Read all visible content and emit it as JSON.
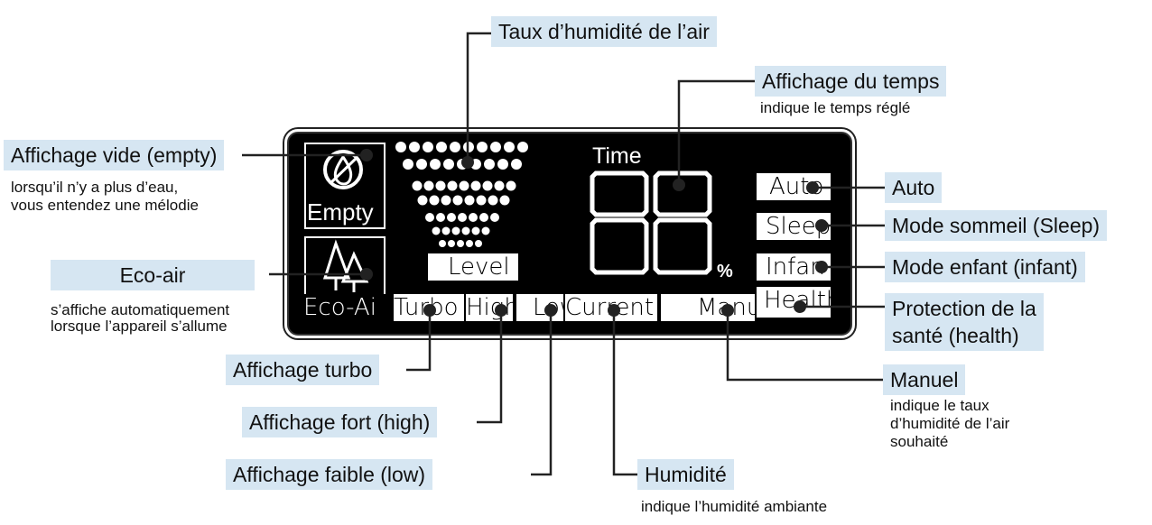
{
  "callouts": {
    "humidity_rate": "Taux d’humidité de l’air",
    "time_display": "Affichage du temps",
    "time_display_sub": "indique le temps réglé",
    "empty": "Affichage vide (empty)",
    "empty_sub_1": "lorsqu’il n’y a plus d’eau,",
    "empty_sub_2": "vous entendez une mélodie",
    "eco_air": "Eco-air",
    "eco_air_sub_1": "s’affiche automatiquement",
    "eco_air_sub_2": "lorsque l’appareil s’allume",
    "auto": "Auto",
    "sleep": "Mode sommeil (Sleep)",
    "infant": "Mode enfant (infant)",
    "health_1": "Protection de la",
    "health_2": "santé (health)",
    "turbo": "Affichage turbo",
    "high": "Affichage fort (high)",
    "low": "Affichage faible (low)",
    "humidity": "Humidité",
    "humidity_sub": "indique l’humidité ambiante",
    "manual": "Manuel",
    "manual_sub_1": "indique le taux",
    "manual_sub_2": "d’humidité de l’air",
    "manual_sub_3": "souhaité"
  },
  "lcd": {
    "empty": "Empty",
    "eco_air": "Eco-Ai",
    "turbo": "Turbo",
    "high": "High",
    "low": "Low",
    "current": "Current",
    "manual": "Manual",
    "level": "Level",
    "time": "Time",
    "percent": "%",
    "auto": "Auto",
    "sleep": "Sleep",
    "infant": "Infan",
    "health": "Health",
    "digits": "88"
  },
  "colors": {
    "callout_bg": "#d6e6f2",
    "lcd_bg": "#000000",
    "segment": "#ffffff"
  }
}
